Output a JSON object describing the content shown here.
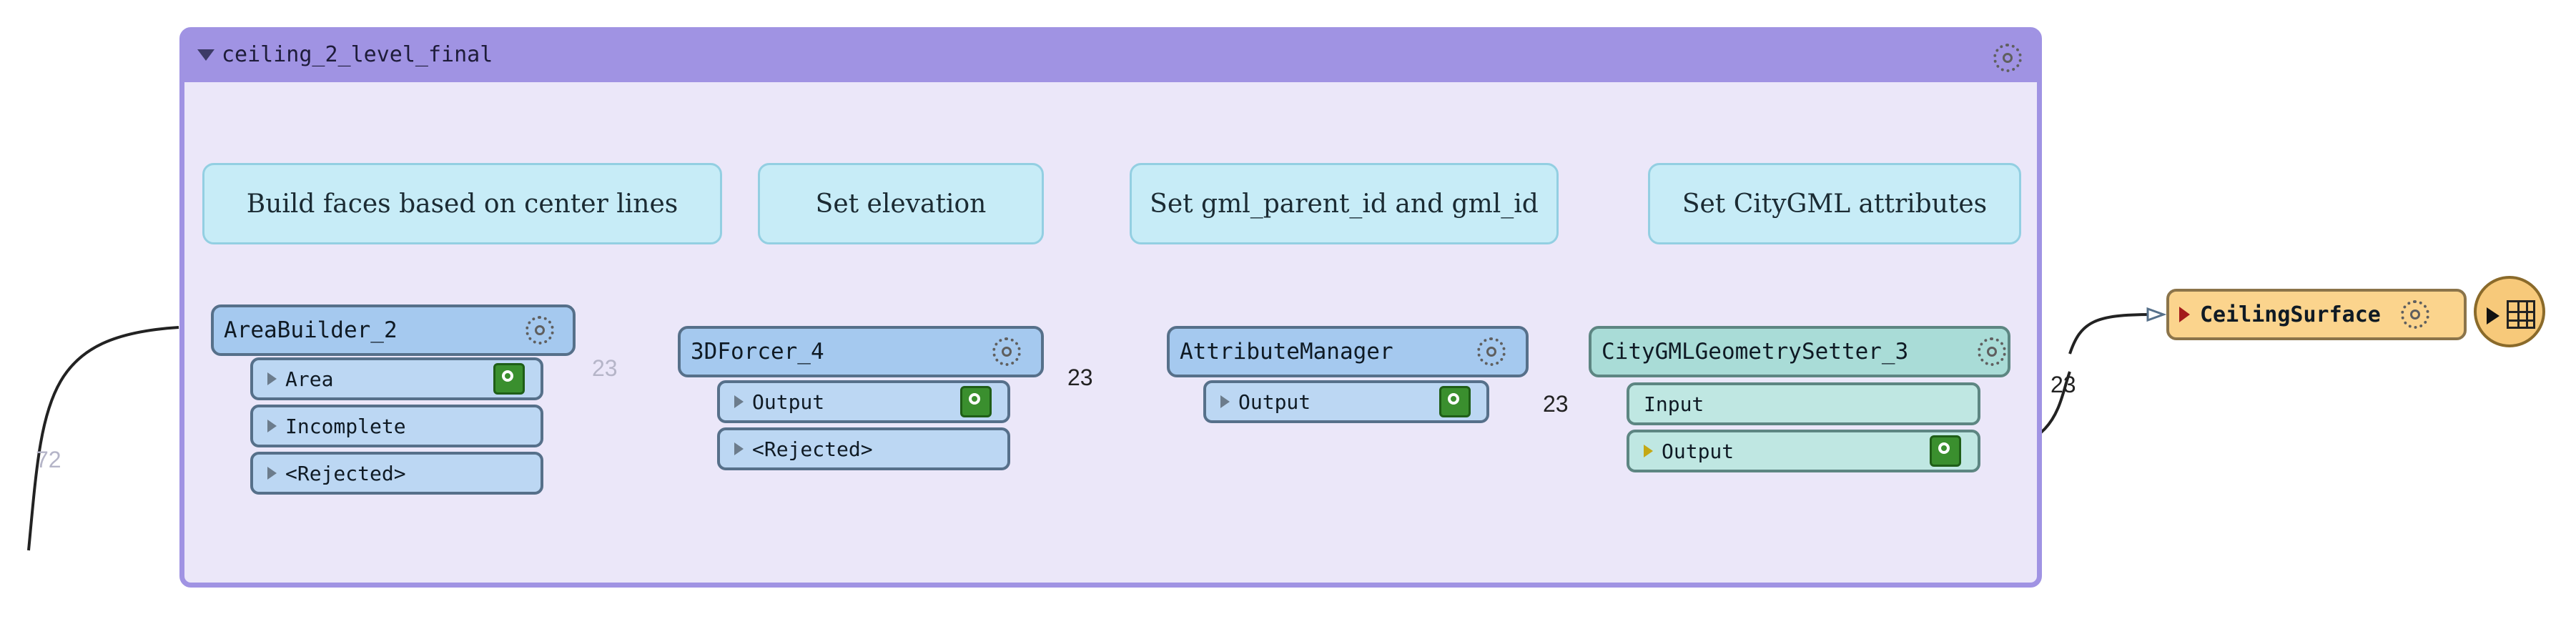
{
  "bookmark": {
    "title": "ceiling_2_level_final"
  },
  "annotations": [
    "Build faces based on center lines",
    "Set elevation",
    "Set gml_parent_id and gml_id",
    "Set CityGML attributes"
  ],
  "transformers": {
    "area_builder": {
      "name": "AreaBuilder_2",
      "ports": [
        "Area",
        "Incomplete",
        "<Rejected>"
      ]
    },
    "forcer": {
      "name": "3DForcer_4",
      "ports": [
        "Output",
        "<Rejected>"
      ]
    },
    "attr_manager": {
      "name": "AttributeManager",
      "ports": [
        "Output"
      ]
    },
    "geom_setter": {
      "name": "CityGMLGeometrySetter_3",
      "input": "Input",
      "ports": [
        "Output"
      ]
    }
  },
  "writer": {
    "name": "CeilingSurface"
  },
  "connections": {
    "incoming": "72",
    "area_to_forcer": "23",
    "forcer_to_attr": "23",
    "attr_to_setter": "23",
    "setter_to_writer": "23"
  },
  "colors": {
    "bookmark_fill": "#ebe7f9",
    "bookmark_border": "#a093e3",
    "annotation_fill": "#c7ecf7",
    "transformer_blue": "#a5c9ef",
    "transformer_teal": "#a9dcd7",
    "writer_fill": "#fbd48d",
    "inspect_green": "#3a8f2e"
  },
  "icons": [
    "collapse-triangle-icon",
    "gear-icon",
    "inspect-magnifier-icon",
    "port-triangle-icon",
    "table-writer-icon"
  ]
}
